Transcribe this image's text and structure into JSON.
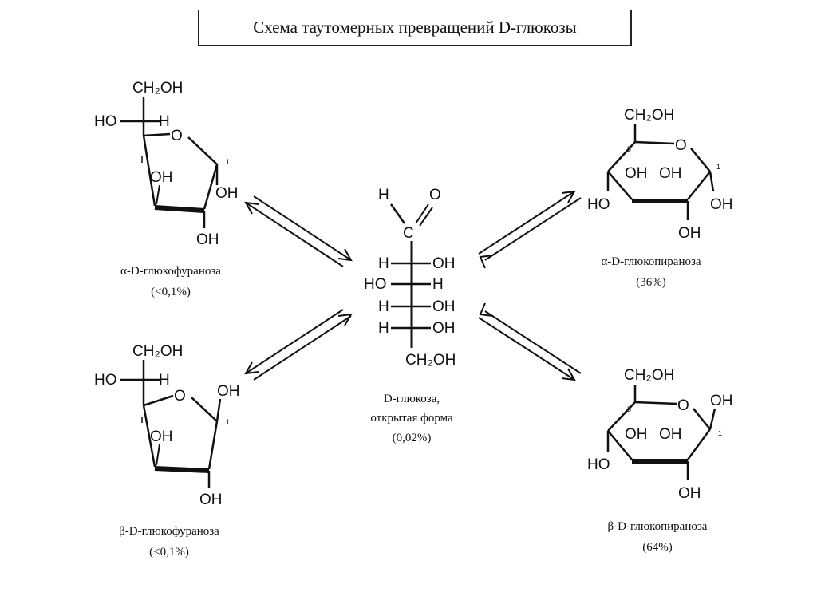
{
  "title": "Схема таутомерных превращений D-глюкозы",
  "labels": {
    "ch2oh": "CH₂OH",
    "oh": "OH",
    "ho": "HO",
    "h": "H",
    "o": "O",
    "c": "C",
    "one": "1",
    "five": "5",
    "four": "4"
  },
  "forms": {
    "alpha_furanose": {
      "name": "α-D-глюкофураноза",
      "share": "(<0,1%)"
    },
    "beta_furanose": {
      "name": "β-D-глюкофураноза",
      "share": "(<0,1%)"
    },
    "open_chain": {
      "name": "D-глюкоза,",
      "name2": "открытая форма",
      "share": "(0,02%)"
    },
    "alpha_pyranose": {
      "name": "α-D-глюкопираноза",
      "share": "(36%)"
    },
    "beta_pyranose": {
      "name": "β-D-глюкопираноза",
      "share": "(64%)"
    }
  },
  "colors": {
    "ink": "#111111",
    "background": "#ffffff"
  }
}
